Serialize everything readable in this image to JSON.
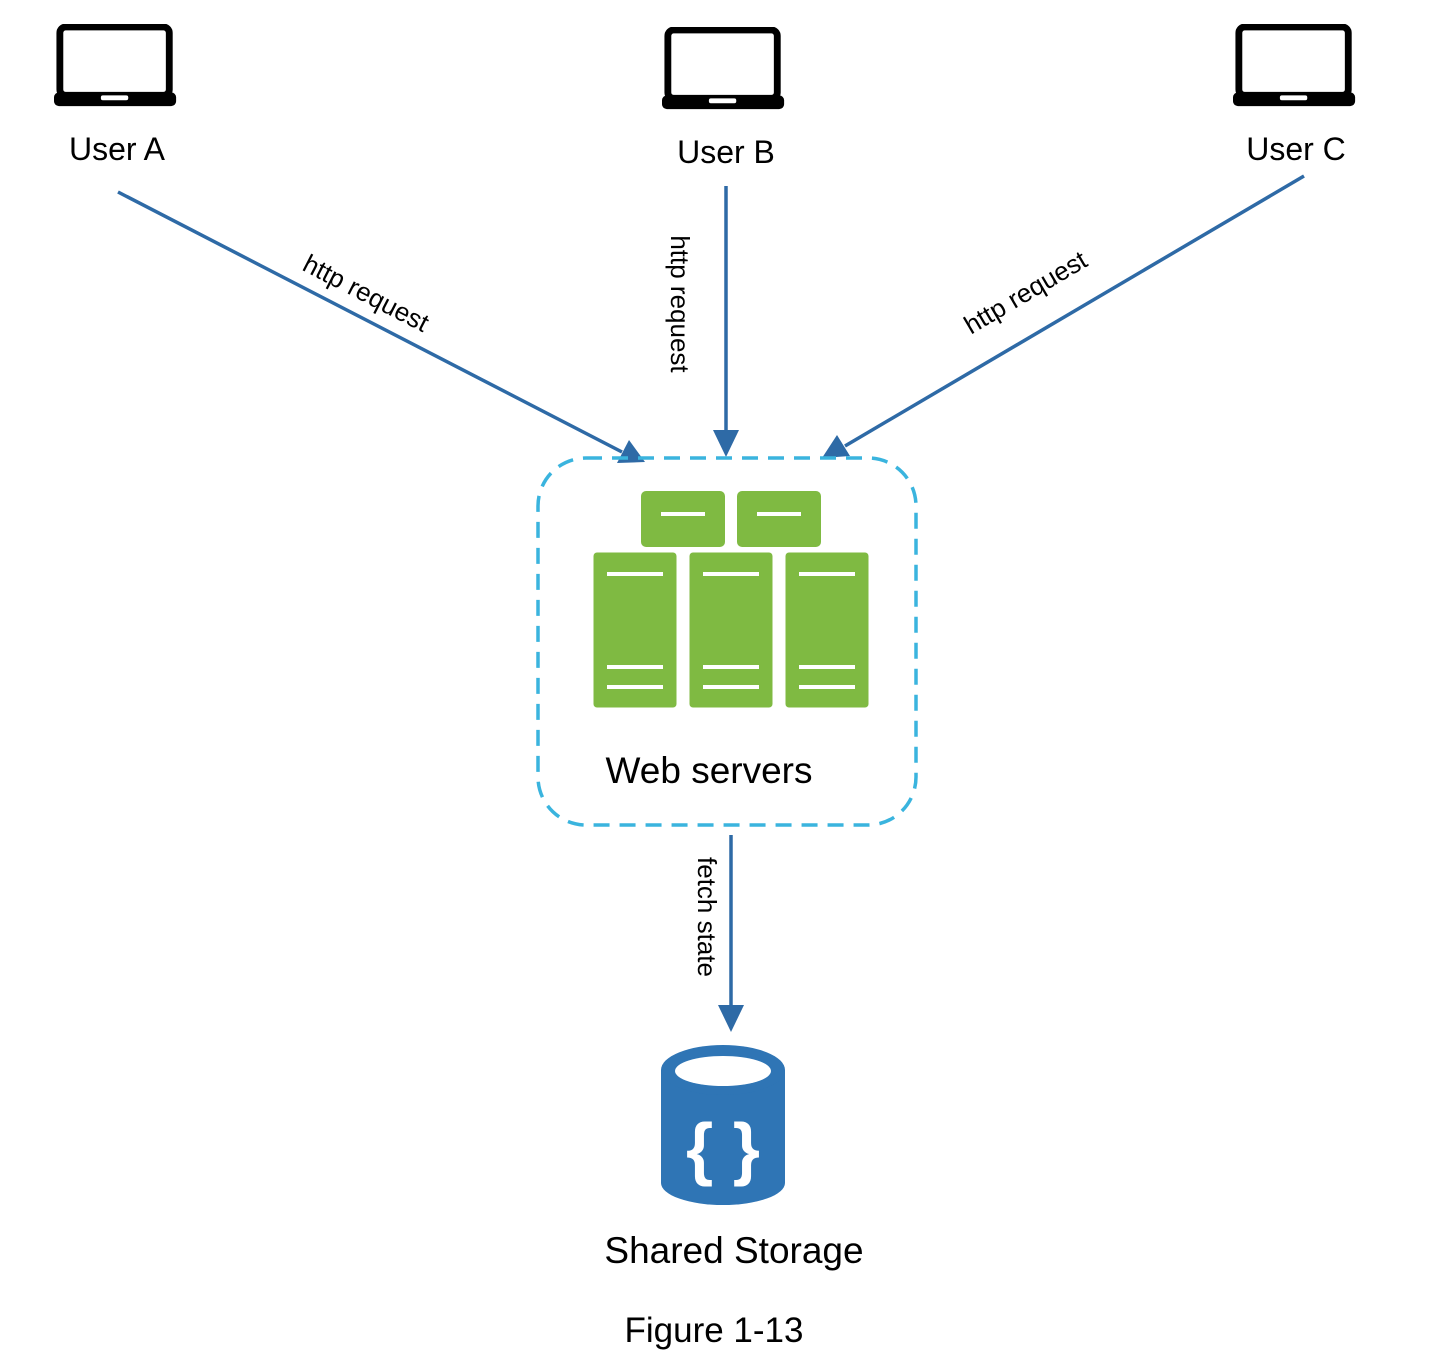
{
  "users": [
    {
      "label": "User A"
    },
    {
      "label": "User B"
    },
    {
      "label": "User C"
    }
  ],
  "edges": {
    "a_to_web": "http request",
    "b_to_web": "http request",
    "c_to_web": "http request",
    "web_to_storage": "fetch state"
  },
  "web_servers": {
    "label": "Web servers"
  },
  "storage": {
    "label": "Shared Storage",
    "glyph": "{ }"
  },
  "caption": "Figure 1-13",
  "colors": {
    "arrow": "#2e6aa6",
    "dashed_border": "#3ab4de",
    "server": "#7fba42",
    "storage": "#2f75b5",
    "laptop": "#000000"
  },
  "icons": {
    "user": "laptop-icon",
    "web_servers": "server-cluster-icon",
    "storage": "database-icon"
  }
}
